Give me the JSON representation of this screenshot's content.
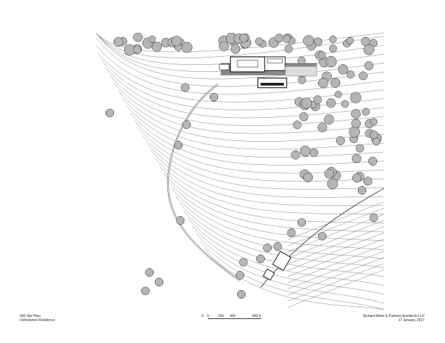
{
  "title_block": {
    "drawing_title": "000 Site Plan",
    "project": "Oxfordshire Residence",
    "firm": "Richard Meier & Partners Architects LLP",
    "date": "17 January, 2017"
  },
  "scale_bar": {
    "north_symbol": "①",
    "ticks": [
      "0",
      "200",
      "400",
      "800 ft"
    ]
  }
}
